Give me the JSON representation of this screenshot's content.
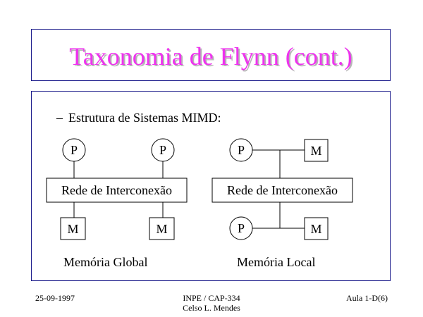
{
  "slide": {
    "title": "Taxonomia de Flynn (cont.)",
    "bullet_dash": "–",
    "bullet": "Estrutura de Sistemas MIMD:"
  },
  "global_memory": {
    "caption": "Memória Global",
    "network_label": "Rede de Interconexão",
    "processor_label": "P",
    "memory_label": "M"
  },
  "local_memory": {
    "caption": "Memória Local",
    "network_label": "Rede de Interconexão",
    "processor_label": "P",
    "memory_label": "M"
  },
  "footer": {
    "date": "25-09-1997",
    "course": "INPE / CAP-334",
    "author": "Celso L. Mendes",
    "lecture": "Aula 1-D(6)"
  }
}
